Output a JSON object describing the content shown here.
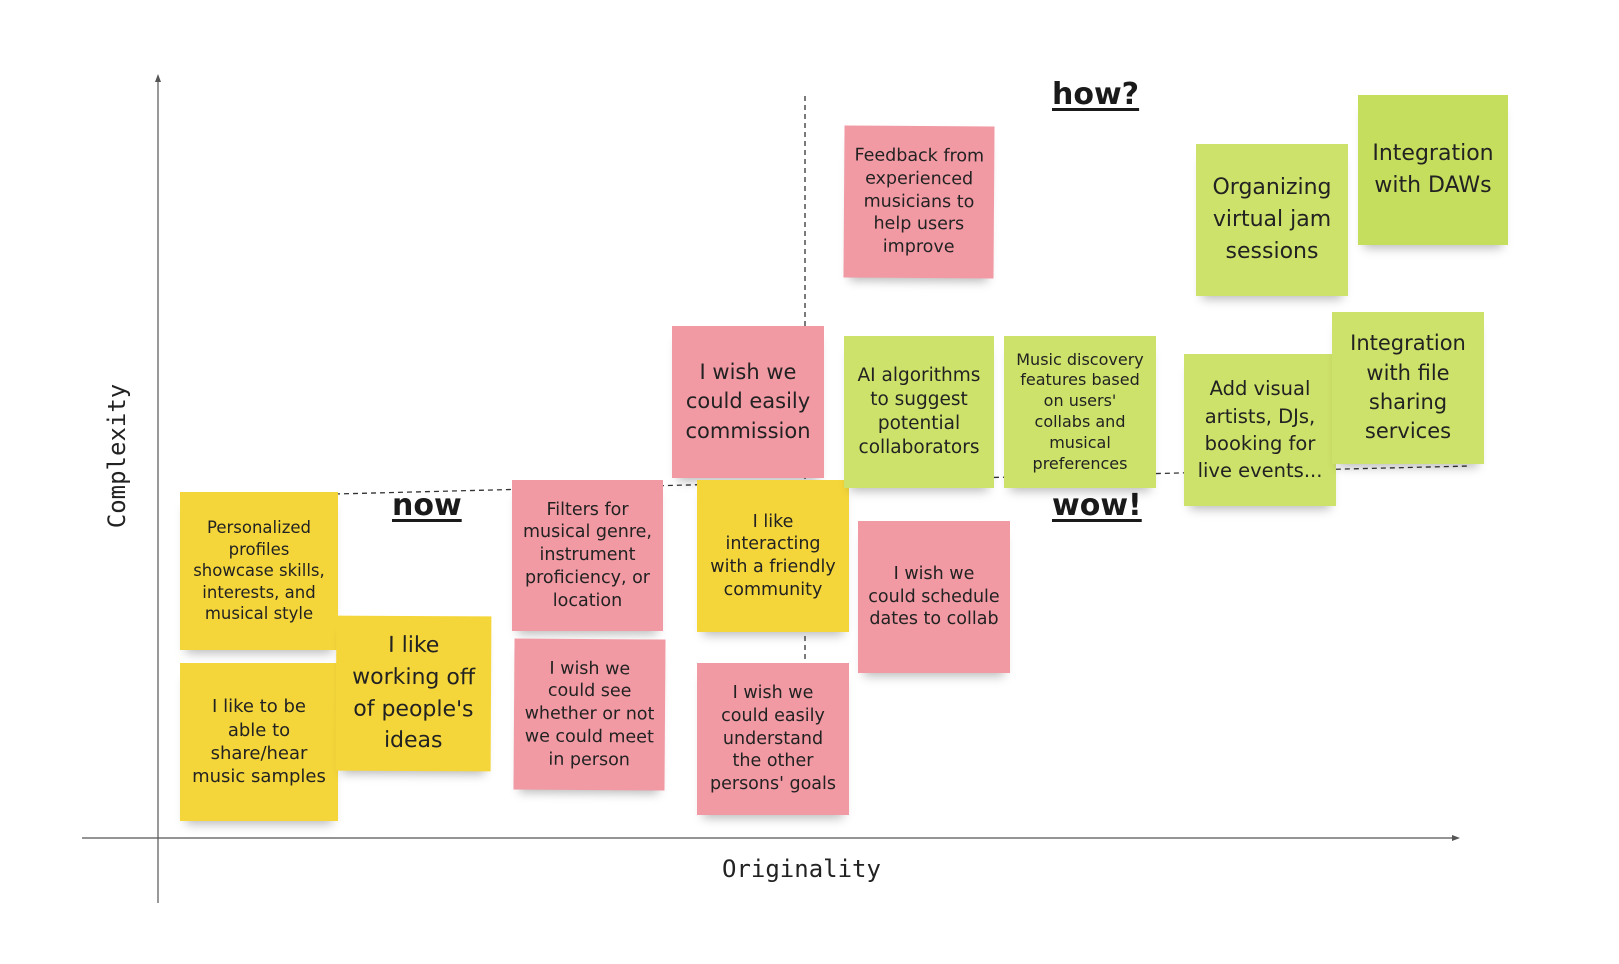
{
  "axes": {
    "x_label": "Originality",
    "y_label": "Complexity"
  },
  "quadrants": {
    "now": "now",
    "wow": "wow!",
    "how": "how?"
  },
  "notes": {
    "personalized_profiles": {
      "text": "Personalized profiles showcase skills, interests, and musical style",
      "color": "yellow"
    },
    "share_hear_samples": {
      "text": "I like to be able to share/hear music samples",
      "color": "yellow"
    },
    "working_off_ideas": {
      "text": "I like working off of people's ideas",
      "color": "yellow"
    },
    "filters": {
      "text": "Filters for musical genre, instrument proficiency, or location",
      "color": "pink"
    },
    "meet_in_person": {
      "text": "I wish we could see whether or not we could meet in person",
      "color": "pink"
    },
    "commission": {
      "text": "I wish we could easily commission",
      "color": "pink"
    },
    "friendly_community": {
      "text": "I like interacting with a friendly community",
      "color": "yellow"
    },
    "understand_goals": {
      "text": "I wish we could easily understand the other persons' goals",
      "color": "pink"
    },
    "feedback": {
      "text": "Feedback from experienced musicians  to help users improve",
      "color": "pink"
    },
    "ai_algorithms": {
      "text": "AI algorithms to suggest potential collaborators",
      "color": "green"
    },
    "music_discovery": {
      "text": "Music discovery features based on users' collabs and musical preferences",
      "color": "green"
    },
    "schedule_dates": {
      "text": "I wish we could schedule dates to collab",
      "color": "pink"
    },
    "jam_sessions": {
      "text": "Organizing virtual jam sessions",
      "color": "green"
    },
    "daws": {
      "text": "Integration with DAWs",
      "color": "green"
    },
    "visual_artists": {
      "text": "Add visual artists, DJs, booking for live events...",
      "color": "green"
    },
    "file_sharing": {
      "text": "Integration with file sharing services",
      "color": "green"
    }
  }
}
